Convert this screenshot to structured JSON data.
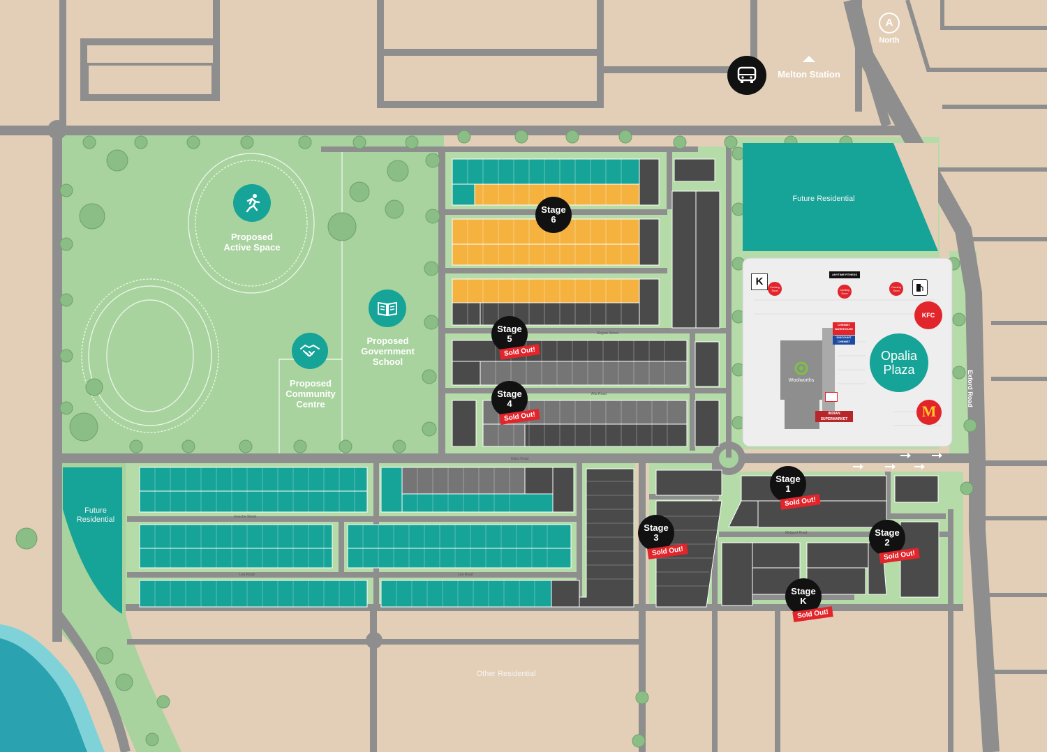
{
  "colors": {
    "land": "#e3cfb7",
    "road": "#8e8e8e",
    "green": "#a8d39e",
    "teal": "#16a398",
    "orange": "#f5b23e",
    "dark_lot": "#4a4a4a",
    "grey_lot": "#757575",
    "water": "#2bb3bf",
    "sold_red": "#e2242b",
    "plaza": "#eeeeee"
  },
  "labels": {
    "north": "North",
    "north_symbol": "A",
    "melton_station": "Melton Station",
    "future_residential_top": "Future Residential",
    "future_residential_left": "Future Residential",
    "other_residential": "Other Residential",
    "active_space": "Proposed Active Space",
    "school": "Proposed Government School",
    "community_centre": "Proposed Community Centre",
    "opalia_plaza": "Opalia Plaza",
    "exford_road": "Exford Road"
  },
  "streets": {
    "skypac": "Skypac Street",
    "alfa": "Alfa Road",
    "elipis": "Elipis Road",
    "gouche": "Gouche Street",
    "lea_left": "Lea Road",
    "lea_right": "Lea Road",
    "midgard": "Midgard Road"
  },
  "stages": [
    {
      "id": "stage-6",
      "line1": "Stage",
      "line2": "6",
      "sold": ""
    },
    {
      "id": "stage-5",
      "line1": "Stage",
      "line2": "5",
      "sold": "Sold Out!"
    },
    {
      "id": "stage-4",
      "line1": "Stage",
      "line2": "4",
      "sold": "Sold Out!"
    },
    {
      "id": "stage-1",
      "line1": "Stage",
      "line2": "1",
      "sold": "Sold Out!"
    },
    {
      "id": "stage-3",
      "line1": "Stage",
      "line2": "3",
      "sold": "Sold Out!"
    },
    {
      "id": "stage-2",
      "line1": "Stage",
      "line2": "2",
      "sold": "Sold Out!"
    },
    {
      "id": "stage-k",
      "line1": "Stage",
      "line2": "K",
      "sold": "Sold Out!"
    }
  ],
  "plaza": {
    "kmart": "K",
    "anytime": "ANYTIME FITNESS",
    "coming_soon": "Coming Soon",
    "kfc": "KFC",
    "chemist": "CHEMIST WAREHOUSE",
    "discount": "DISCOUNT CHEMIST",
    "woolworths": "Woolworths",
    "indian": "INDIAN SUPERMARKET",
    "mcdonalds": "M"
  }
}
